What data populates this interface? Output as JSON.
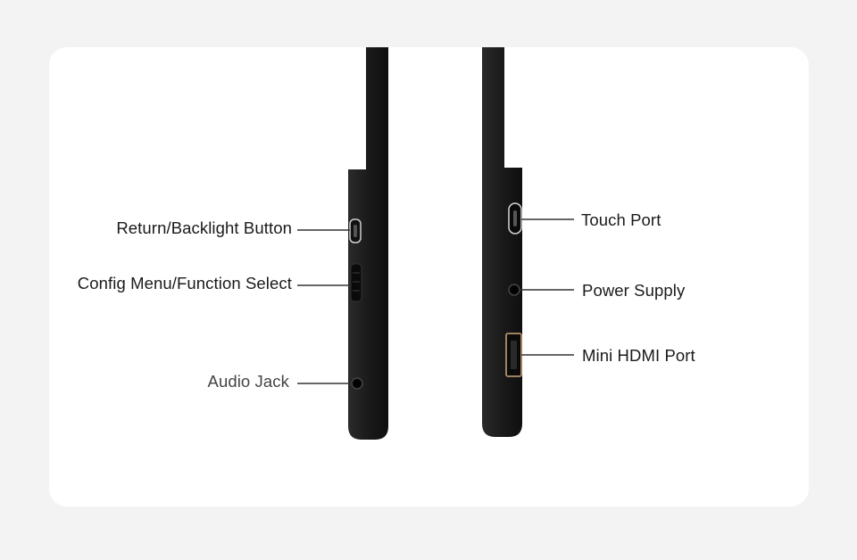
{
  "labels": {
    "return_backlight": "Return/Backlight Button",
    "config_menu": "Config Menu/Function Select",
    "audio_jack": "Audio Jack",
    "touch_port": "Touch Port",
    "power_supply": "Power Supply",
    "mini_hdmi": "Mini HDMI Port"
  },
  "colors": {
    "page_bg": "#f3f3f3",
    "card_bg": "#ffffff",
    "device_body": "#1b1b1b",
    "leader_line": "#333333",
    "hdmi_accent": "#b0916a"
  }
}
